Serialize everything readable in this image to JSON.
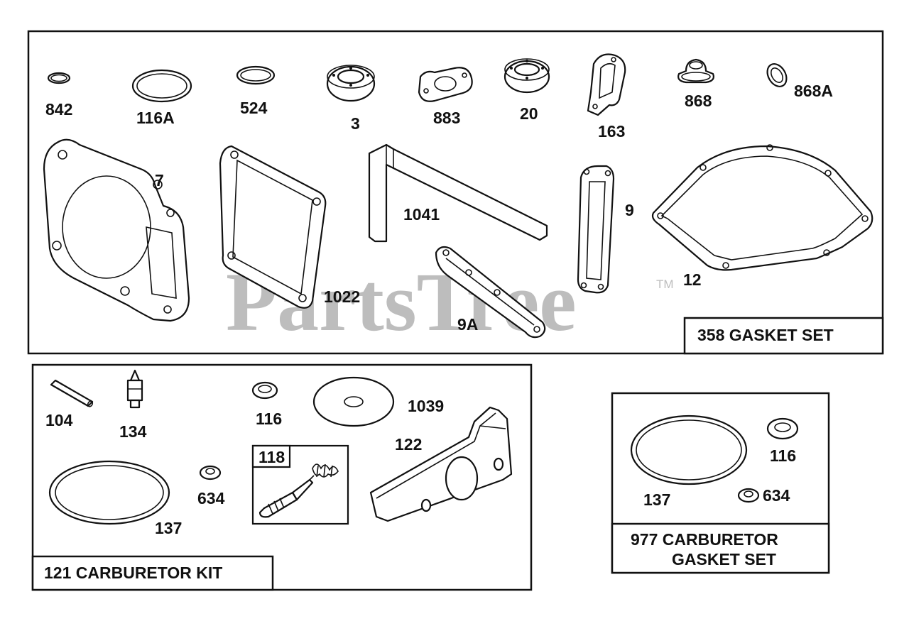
{
  "watermark": {
    "text": "PartsTree",
    "trademark": "TM"
  },
  "kits": {
    "gasket_set": {
      "title": "358 GASKET SET"
    },
    "carburetor_kit": {
      "title": "121 CARBURETOR KIT",
      "subkit": "118"
    },
    "carb_gasket_set": {
      "title_line1": "977 CARBURETOR",
      "title_line2": "GASKET SET"
    }
  },
  "parts": {
    "gasket_set": [
      "842",
      "116A",
      "524",
      "3",
      "883",
      "20",
      "163",
      "868",
      "868A",
      "7",
      "1022",
      "1041",
      "9A",
      "9",
      "12"
    ],
    "carburetor_kit": [
      "104",
      "134",
      "116",
      "1039",
      "122",
      "634",
      "137"
    ],
    "carb_gasket_set": [
      "116",
      "137",
      "634"
    ]
  },
  "colors": {
    "line": "#111111",
    "watermark": "#bdbdbd"
  }
}
